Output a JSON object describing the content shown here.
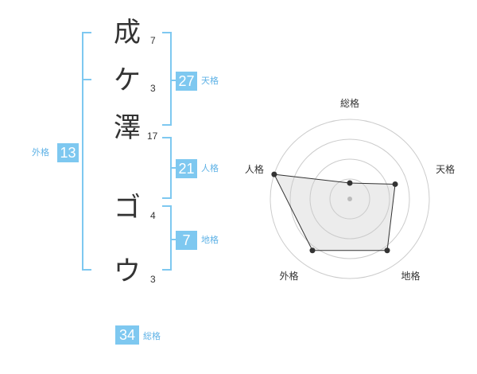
{
  "name_chars": [
    {
      "char": "成",
      "strokes": "7"
    },
    {
      "char": "ケ",
      "strokes": "3"
    },
    {
      "char": "澤",
      "strokes": "17"
    },
    {
      "char": "ゴ",
      "strokes": "4"
    },
    {
      "char": "ウ",
      "strokes": "3"
    }
  ],
  "fortunes": {
    "tenkaku": {
      "value": "27",
      "label": "天格"
    },
    "jinkaku": {
      "value": "21",
      "label": "人格"
    },
    "chikaku": {
      "value": "7",
      "label": "地格"
    },
    "gaikaku": {
      "value": "13",
      "label": "外格"
    },
    "soukaku": {
      "value": "34",
      "label": "総格"
    }
  },
  "accent_color": "#7ec8f0",
  "chart_data": {
    "type": "radar",
    "axes": [
      "総格",
      "天格",
      "地格",
      "外格",
      "人格"
    ],
    "max": 5,
    "rings": 4,
    "values": [
      1,
      3,
      4,
      4,
      5
    ]
  }
}
